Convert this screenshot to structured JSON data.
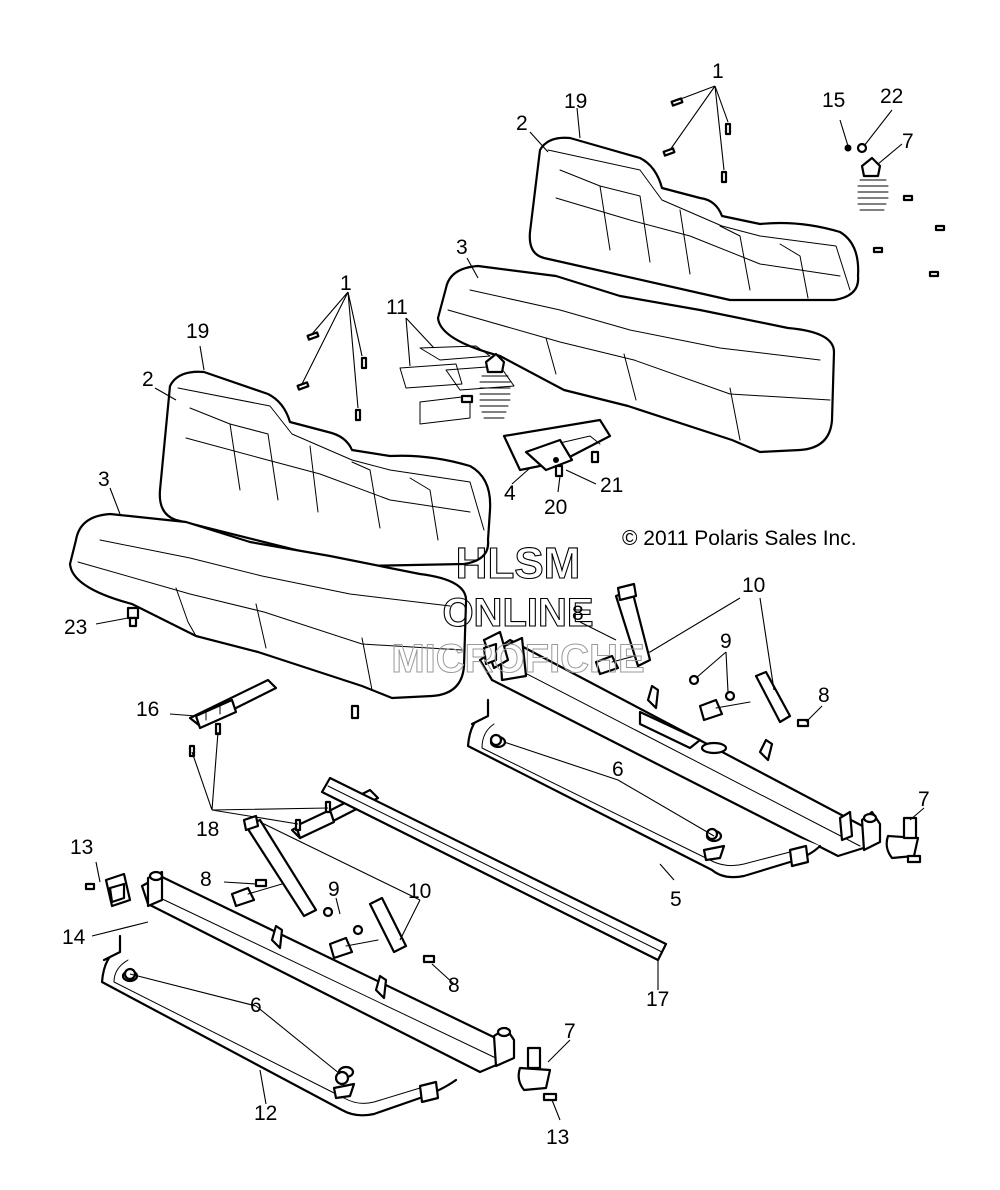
{
  "diagram": {
    "copyright": "© 2011 Polaris Sales Inc.",
    "watermark": [
      "HLSM",
      "ONLINE",
      "MICROFICHE"
    ],
    "callouts": [
      {
        "id": "c1a",
        "text": "1"
      },
      {
        "id": "c19a",
        "text": "19"
      },
      {
        "id": "c2a",
        "text": "2"
      },
      {
        "id": "c15",
        "text": "15"
      },
      {
        "id": "c22",
        "text": "22"
      },
      {
        "id": "c7a",
        "text": "7"
      },
      {
        "id": "c3a",
        "text": "3"
      },
      {
        "id": "c1b",
        "text": "1"
      },
      {
        "id": "c11",
        "text": "11"
      },
      {
        "id": "c19b",
        "text": "19"
      },
      {
        "id": "c2b",
        "text": "2"
      },
      {
        "id": "c3b",
        "text": "3"
      },
      {
        "id": "c21",
        "text": "21"
      },
      {
        "id": "c4",
        "text": "4"
      },
      {
        "id": "c20",
        "text": "20"
      },
      {
        "id": "c10a",
        "text": "10"
      },
      {
        "id": "c8a",
        "text": "8"
      },
      {
        "id": "c23",
        "text": "23"
      },
      {
        "id": "c9a",
        "text": "9"
      },
      {
        "id": "c8b",
        "text": "8"
      },
      {
        "id": "c16",
        "text": "16"
      },
      {
        "id": "c6a",
        "text": "6"
      },
      {
        "id": "c7b",
        "text": "7"
      },
      {
        "id": "c18",
        "text": "18"
      },
      {
        "id": "c13a",
        "text": "13"
      },
      {
        "id": "c8c",
        "text": "8"
      },
      {
        "id": "c9b",
        "text": "9"
      },
      {
        "id": "c10b",
        "text": "10"
      },
      {
        "id": "c5",
        "text": "5"
      },
      {
        "id": "c14",
        "text": "14"
      },
      {
        "id": "c8d",
        "text": "8"
      },
      {
        "id": "c17",
        "text": "17"
      },
      {
        "id": "c6b",
        "text": "6"
      },
      {
        "id": "c7c",
        "text": "7"
      },
      {
        "id": "c12",
        "text": "12"
      },
      {
        "id": "c13b",
        "text": "13"
      }
    ]
  }
}
